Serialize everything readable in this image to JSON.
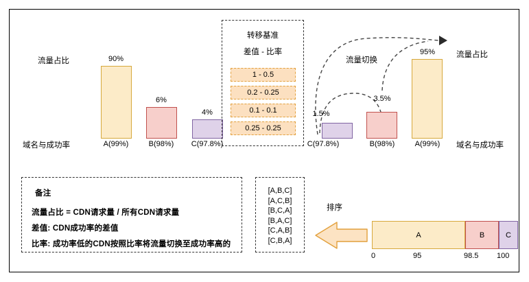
{
  "diagram": {
    "title_hidden": "",
    "left_chart": {
      "axis_label_y": "流量占比",
      "axis_label_x": "域名与成功率",
      "bars": [
        {
          "label": "A(99%)",
          "value_label": "90%",
          "value": 90,
          "color": "#FCEBC8",
          "border": "#D6A83B"
        },
        {
          "label": "B(98%)",
          "value_label": "6%",
          "value": 6,
          "color": "#F7CFCB",
          "border": "#C0504D"
        },
        {
          "label": "C(97.8%)",
          "value_label": "4%",
          "value": 4,
          "color": "#DFD2E9",
          "border": "#8064A2"
        }
      ]
    },
    "criteria_box": {
      "title": "转移基准",
      "subtitle": "差值 - 比率",
      "rows": [
        "1 - 0.5",
        "0.2 - 0.25",
        "0.1 - 0.1",
        "0.25 - 0.25"
      ],
      "fill": "#FCE0C0",
      "border": "#E2A03C"
    },
    "right_chart": {
      "axis_label_y": "流量占比",
      "axis_label_x": "域名与成功率",
      "arrow_label": "流量切换",
      "bars": [
        {
          "label": "C(97.8%)",
          "value_label": "1.5%",
          "value": 1.5,
          "color": "#DFD2E9",
          "border": "#8064A2"
        },
        {
          "label": "B(98%)",
          "value_label": "3.5%",
          "value": 3.5,
          "color": "#F7CFCB",
          "border": "#C0504D"
        },
        {
          "label": "A(99%)",
          "value_label": "95%",
          "value": 95,
          "color": "#FCEBC8",
          "border": "#D6A83B"
        }
      ]
    },
    "notes": {
      "heading": "备注",
      "lines": [
        "流量占比 = CDN请求量 / 所有CDN请求量",
        "差值:  CDN成功率的差值",
        "比率:  成功率低的CDN按照比率将流量切换至成功率高的"
      ]
    },
    "permutations": {
      "items": [
        "[A,B,C]",
        "[A,C,B]",
        "[B,C,A]",
        "[B,A,C]",
        "[C,A,B]",
        "[C,B,A]"
      ]
    },
    "sort_arrow_label": "排序",
    "stacked_bar": {
      "segments": [
        {
          "label": "A",
          "color": "#FCEBC8",
          "border": "#D6A83B",
          "span": 95
        },
        {
          "label": "B",
          "color": "#F7CFCB",
          "border": "#C0504D",
          "span": 3.5
        },
        {
          "label": "C",
          "color": "#DFD2E9",
          "border": "#8064A2",
          "span": 1.5
        }
      ],
      "ticks": [
        "0",
        "95",
        "98.5",
        "100"
      ]
    }
  },
  "chart_data": [
    {
      "type": "bar",
      "title": "流量占比 (切换前)",
      "categories": [
        "A(99%)",
        "B(98%)",
        "C(97.8%)"
      ],
      "values": [
        90,
        6,
        4
      ],
      "xlabel": "域名与成功率",
      "ylabel": "流量占比",
      "ylim": [
        0,
        100
      ],
      "grid": false,
      "legend": "none",
      "colors": [
        "#FCEBC8",
        "#F7CFCB",
        "#DFD2E9"
      ]
    },
    {
      "type": "bar",
      "title": "流量占比 (切换后)",
      "categories": [
        "C(97.8%)",
        "B(98%)",
        "A(99%)"
      ],
      "values": [
        1.5,
        3.5,
        95
      ],
      "xlabel": "域名与成功率",
      "ylabel": "流量占比",
      "ylim": [
        0,
        100
      ],
      "grid": false,
      "legend": "none",
      "annotations": [
        "流量切换"
      ],
      "colors": [
        "#DFD2E9",
        "#F7CFCB",
        "#FCEBC8"
      ]
    },
    {
      "type": "bar",
      "title": "排序后流量分布",
      "orientation": "horizontal-stacked",
      "categories": [
        "A",
        "B",
        "C"
      ],
      "values": [
        95,
        3.5,
        1.5
      ],
      "cumulative": [
        0,
        95,
        98.5,
        100
      ],
      "tick_labels": [
        "0",
        "95",
        "98.5",
        "100"
      ],
      "xlim": [
        0,
        100
      ],
      "grid": false,
      "colors": [
        "#FCEBC8",
        "#F7CFCB",
        "#DFD2E9"
      ]
    },
    {
      "type": "table",
      "title": "转移基准",
      "columns": [
        "差值 - 比率"
      ],
      "rows": [
        [
          "1 - 0.5"
        ],
        [
          "0.2 - 0.25"
        ],
        [
          "0.1 - 0.1"
        ],
        [
          "0.25 - 0.25"
        ]
      ]
    }
  ]
}
